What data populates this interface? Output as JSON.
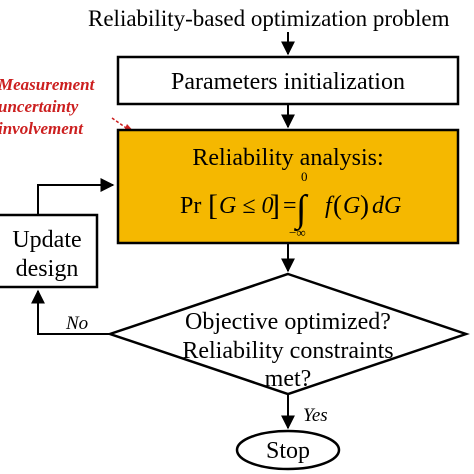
{
  "title": "Reliability-based optimization problem",
  "init_box": {
    "label": "Parameters initialization"
  },
  "annotation": {
    "lines": [
      "Measurement",
      "uncertainty",
      "involvement"
    ],
    "color": "#cc1f1f"
  },
  "analysis_box": {
    "label": "Reliability analysis:",
    "fill_color": "#f5b800",
    "formula": {
      "lhs_open": "Pr",
      "lhs_inner": "G ≤ 0",
      "equals": "=",
      "integral_sign": "∫",
      "upper_limit": "0",
      "lower_limit": "−∞",
      "integrand_f": "f",
      "integrand_arg": "G",
      "differential": "dG"
    }
  },
  "update_box": {
    "lines": [
      "Update",
      "design"
    ]
  },
  "decision": {
    "lines": [
      "Objective optimized?",
      "Reliability constraints",
      "met?"
    ]
  },
  "no_label": "No",
  "yes_label": "Yes",
  "stop": {
    "label": "Stop"
  }
}
